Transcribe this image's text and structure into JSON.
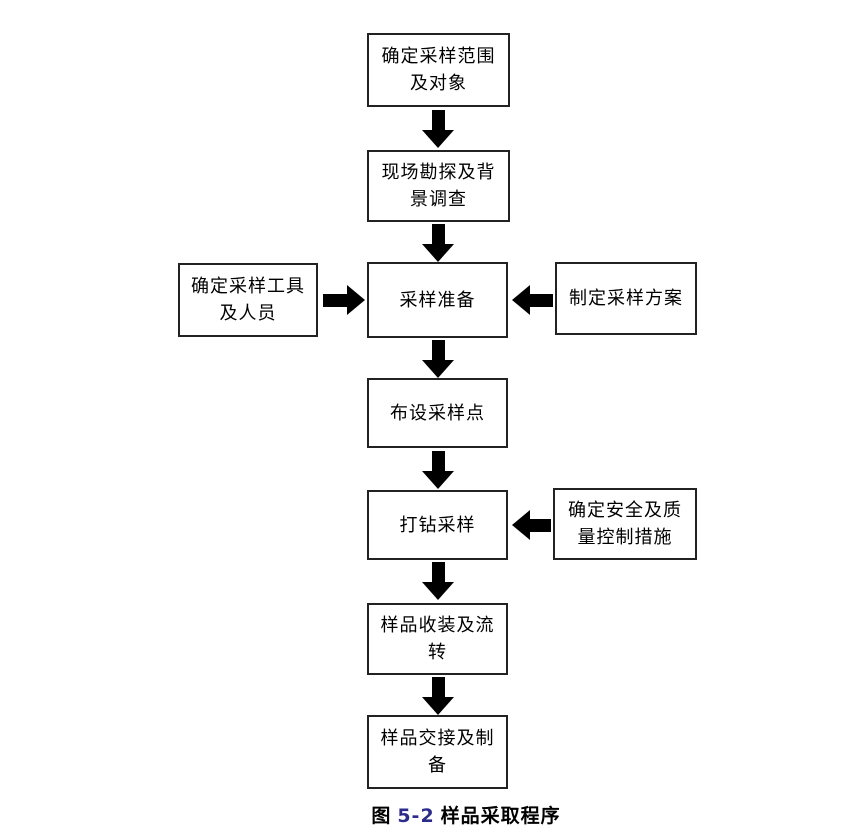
{
  "figure": {
    "nodes": {
      "scope": "确定采样范围\n及对象",
      "survey": "现场勘探及背\n景调查",
      "tools": "确定采样工具\n及人员",
      "prep": "采样准备",
      "plan": "制定采样方案",
      "points": "布设采样点",
      "drill": "打钻采样",
      "safety": "确定安全及质\n量控制措施",
      "pack": "样品收装及流\n转",
      "handover": "样品交接及制\n备"
    },
    "caption": {
      "prefix": "图",
      "number": "5-2",
      "title": "样品采取程序"
    },
    "colors": {
      "background": "#ffffff",
      "box_border": "#222222",
      "box_fill": "#ffffff",
      "text": "#000000",
      "arrow": "#000000",
      "caption_number": "#2b2b8c"
    }
  }
}
